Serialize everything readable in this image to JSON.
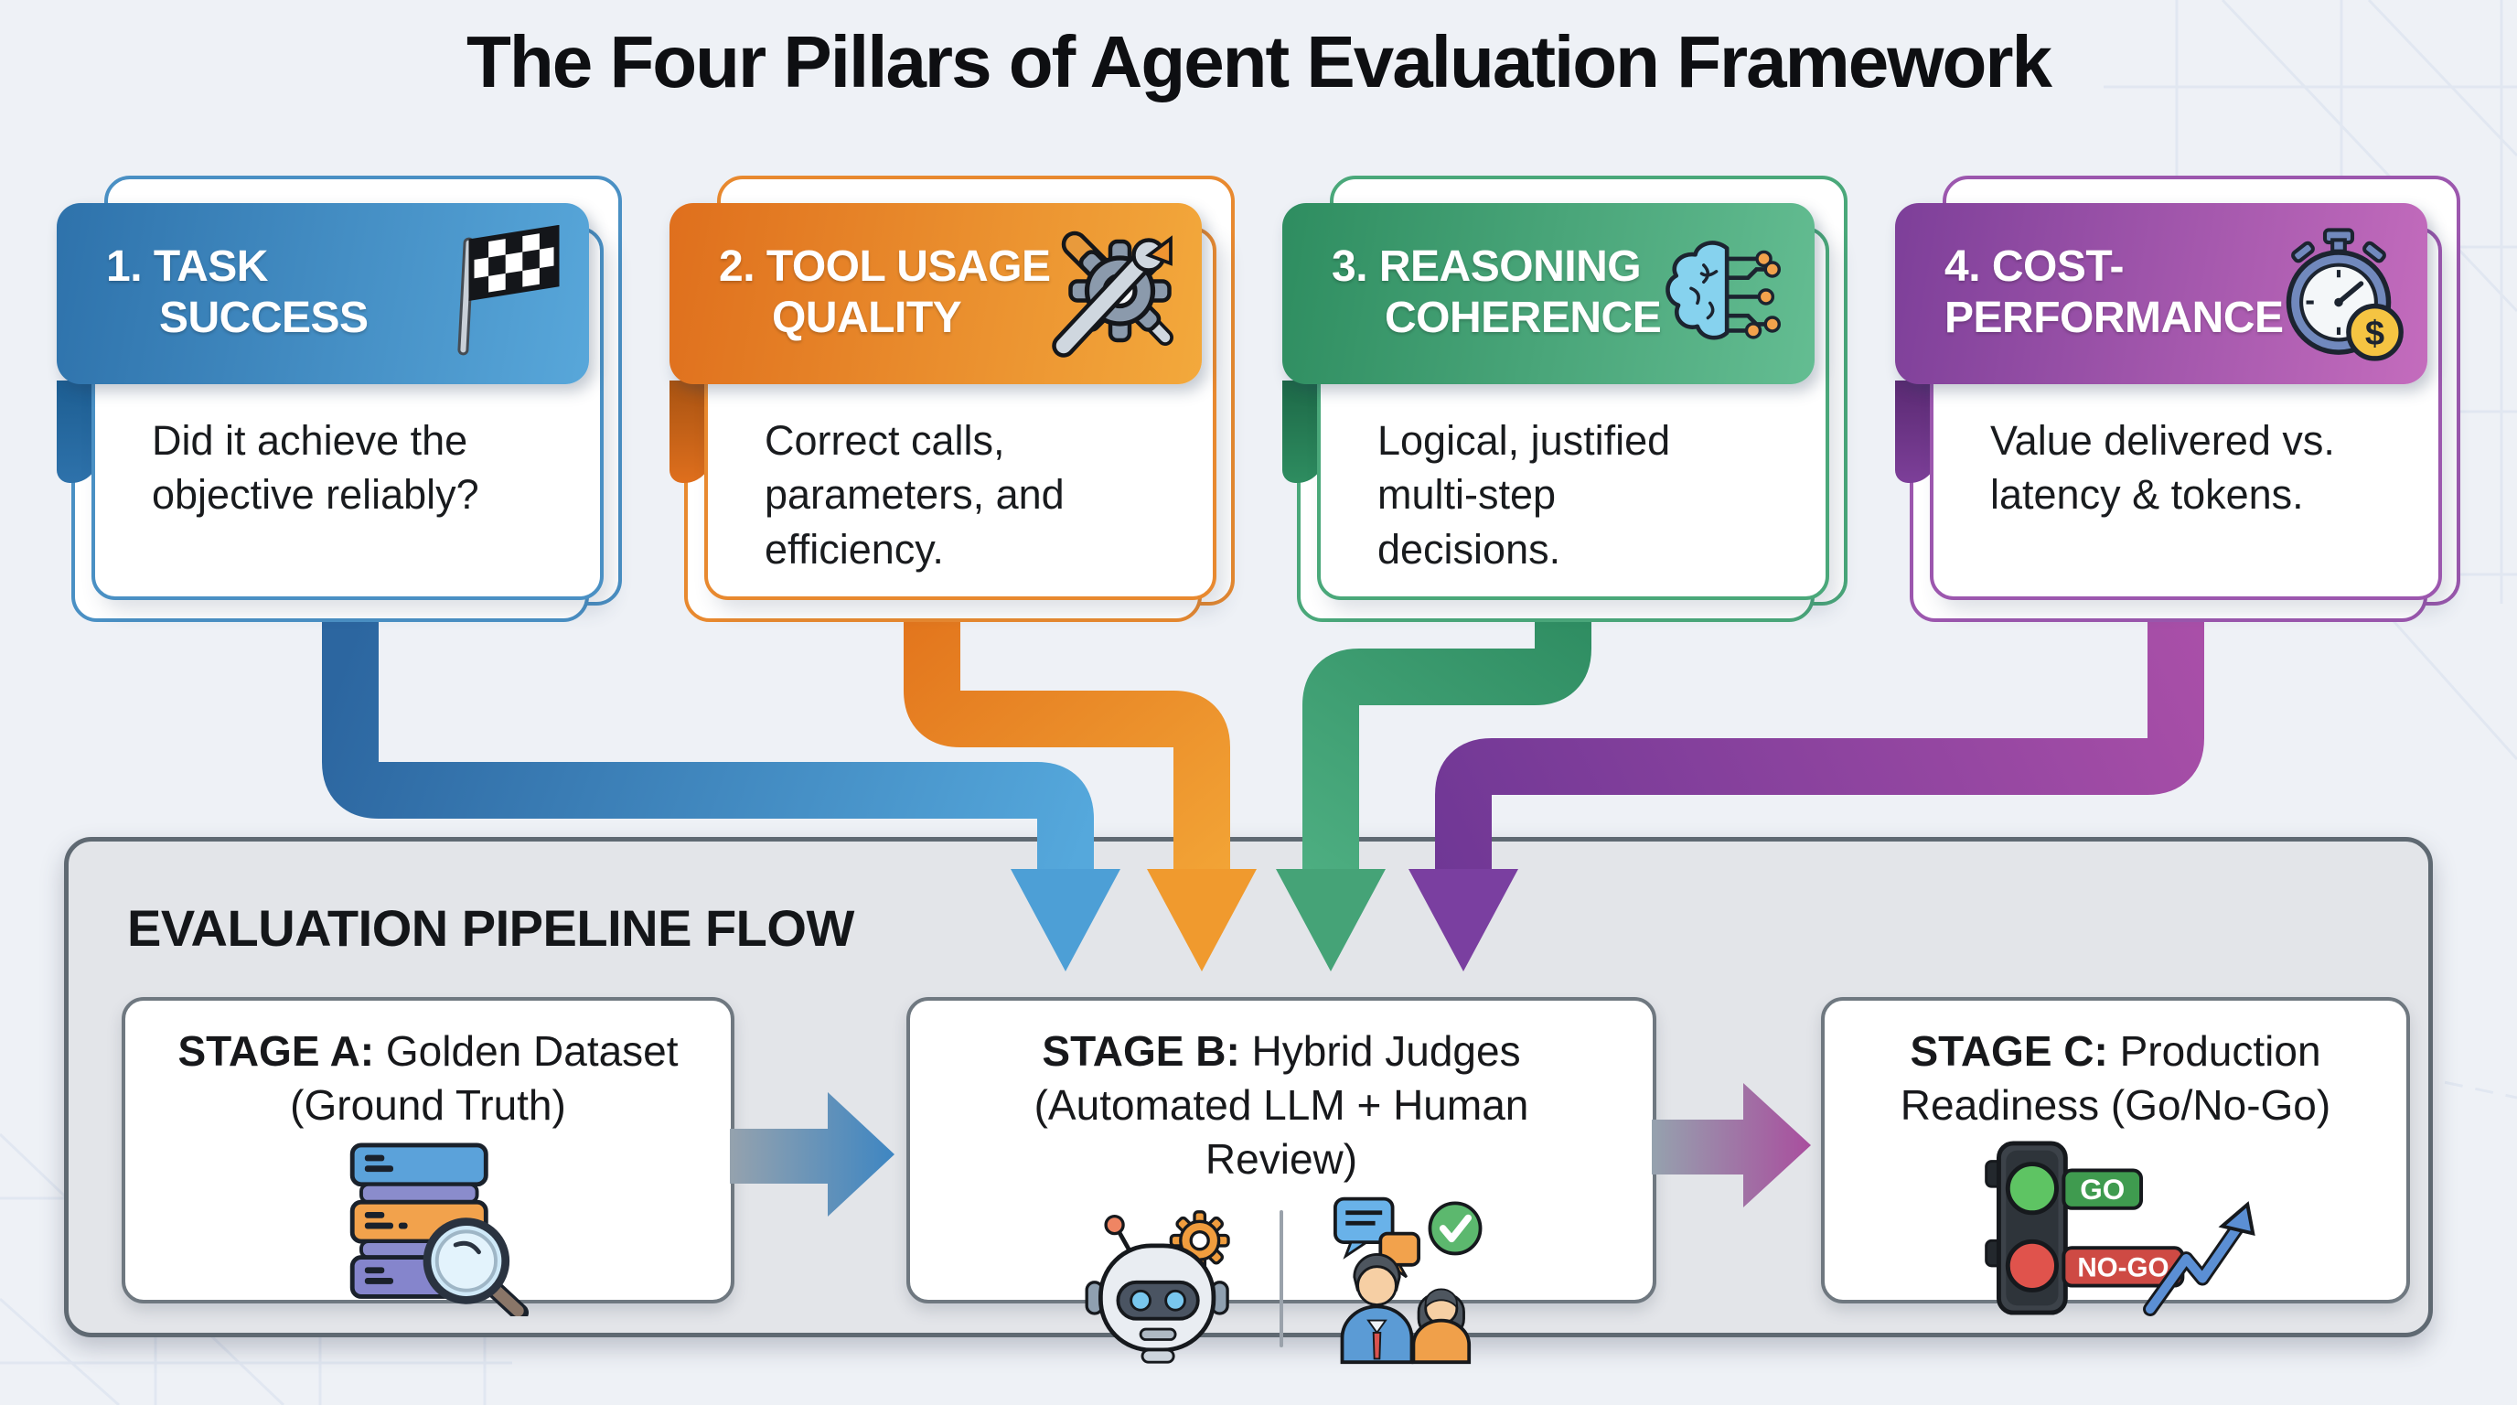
{
  "title": "The Four Pillars of Agent Evaluation Framework",
  "pillars": [
    {
      "heading_line1": "1. TASK",
      "heading_line2": "SUCCESS",
      "description": "Did it achieve the objective reliably?",
      "icon": "checkered-flag-icon",
      "accent": "#4a90c4"
    },
    {
      "heading_line1": "2. TOOL USAGE",
      "heading_line2": "QUALITY",
      "description": "Correct calls, parameters, and efficiency.",
      "icon": "tools-gear-icon",
      "accent": "#e8892f"
    },
    {
      "heading_line1": "3. REASONING",
      "heading_line2": "COHERENCE",
      "description": "Logical, justified multi-step decisions.",
      "icon": "brain-circuit-icon",
      "accent": "#4aa87a"
    },
    {
      "heading_line1": "4. COST-",
      "heading_line2": "PERFORMANCE",
      "description": "Value delivered vs. latency & tokens.",
      "icon": "stopwatch-dollar-icon",
      "accent": "#9c57ae"
    }
  ],
  "pipeline": {
    "heading": "EVALUATION PIPELINE FLOW",
    "stages": [
      {
        "label_bold": "STAGE A:",
        "label_rest": " Golden Dataset (Ground Truth)",
        "icon": "database-magnifier-icon"
      },
      {
        "label_bold": "STAGE B:",
        "label_rest": " Hybrid Judges (Automated LLM + Human Review)",
        "icons": [
          "robot-gear-icon",
          "human-review-icon"
        ]
      },
      {
        "label_bold": "STAGE C:",
        "label_rest": " Production Readiness (Go/No-Go)",
        "icon": "traffic-light-trend-icon",
        "badges": {
          "go": "GO",
          "no_go": "NO-GO"
        }
      }
    ]
  },
  "colors": {
    "background": "#eef1f6",
    "title_text": "#0e0f12",
    "pillar_blue": "#4a90c4",
    "pillar_orange": "#e8892f",
    "pillar_green": "#4aa87a",
    "pillar_purple": "#9c57ae",
    "pipeline_bg": "#e3e5e9",
    "pipeline_border": "#5f6972",
    "stage_border": "#6f7880",
    "go_green": "#3f9b4f",
    "no_go_red": "#ce4a44",
    "trend_blue": "#5b8fd4"
  }
}
